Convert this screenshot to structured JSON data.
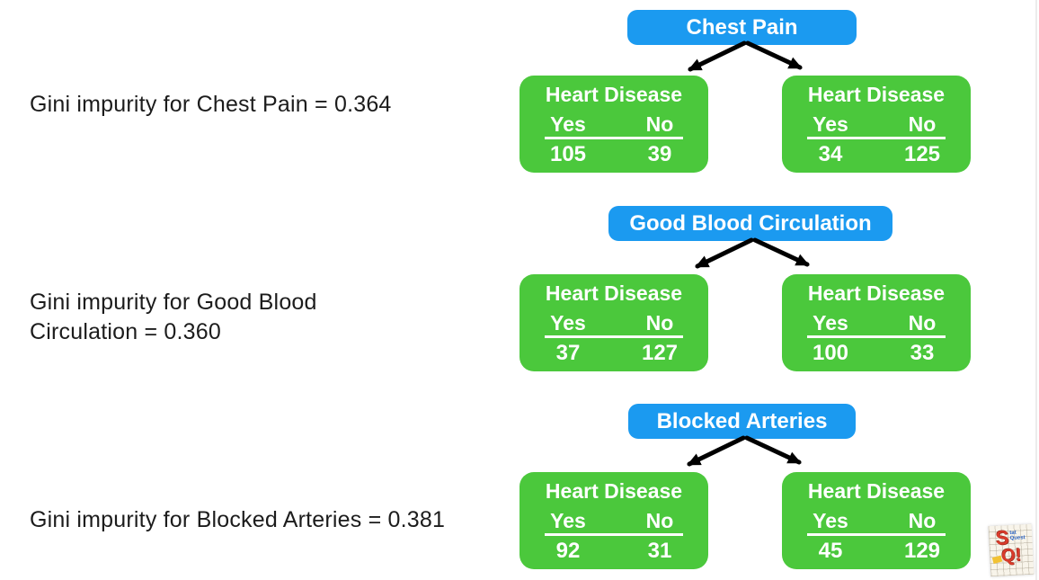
{
  "theme": {
    "bg": "#ffffff",
    "blue": "#1b9af0",
    "green": "#4bc83c",
    "ink": "#1c1c1c",
    "arrow": "#000000",
    "edge": "#ececec"
  },
  "trees": [
    {
      "root": "Chest Pain",
      "gini": "0.364",
      "caption_line1": "Gini impurity for Chest Pain = 0.364",
      "caption_line2": "",
      "leaves": [
        {
          "title": "Heart Disease",
          "yes_label": "Yes",
          "no_label": "No",
          "yes_count": "105",
          "no_count": "39"
        },
        {
          "title": "Heart Disease",
          "yes_label": "Yes",
          "no_label": "No",
          "yes_count": "34",
          "no_count": "125"
        }
      ]
    },
    {
      "root": "Good Blood Circulation",
      "gini": "0.360",
      "caption_line1": "Gini impurity for Good Blood",
      "caption_line2": "Circulation = 0.360",
      "leaves": [
        {
          "title": "Heart Disease",
          "yes_label": "Yes",
          "no_label": "No",
          "yes_count": "37",
          "no_count": "127"
        },
        {
          "title": "Heart Disease",
          "yes_label": "Yes",
          "no_label": "No",
          "yes_count": "100",
          "no_count": "33"
        }
      ]
    },
    {
      "root": "Blocked Arteries",
      "gini": "0.381",
      "caption_line1": "Gini impurity for Blocked Arteries = 0.381",
      "caption_line2": "",
      "leaves": [
        {
          "title": "Heart Disease",
          "yes_label": "Yes",
          "no_label": "No",
          "yes_count": "92",
          "no_count": "31"
        },
        {
          "title": "Heart Disease",
          "yes_label": "Yes",
          "no_label": "No",
          "yes_count": "45",
          "no_count": "129"
        }
      ]
    }
  ],
  "logo": {
    "label": "StatQuest",
    "big_s": "S",
    "small_top": "tat",
    "small_bottom": "Quest",
    "big_q": "Q!"
  }
}
